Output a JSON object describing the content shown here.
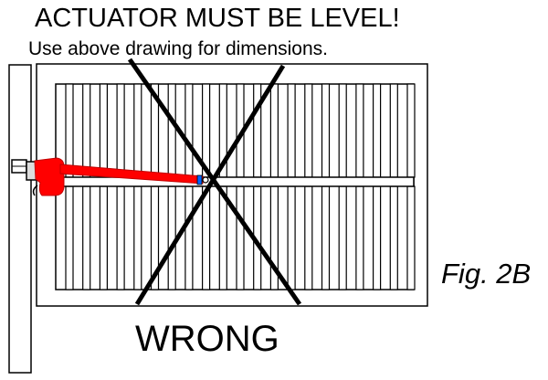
{
  "diagram": {
    "title": "ACTUATOR MUST BE LEVEL!",
    "subtitle": "Use above drawing for dimensions.",
    "figure_label": "Fig. 2B",
    "verdict": "WRONG",
    "colors": {
      "line": "#000000",
      "actuator": "#ff0000",
      "bracket": "#0066ff",
      "background": "#ffffff"
    },
    "icons": {
      "motor": "actuator-motor-icon",
      "cross": "wrong-cross-mark"
    }
  }
}
